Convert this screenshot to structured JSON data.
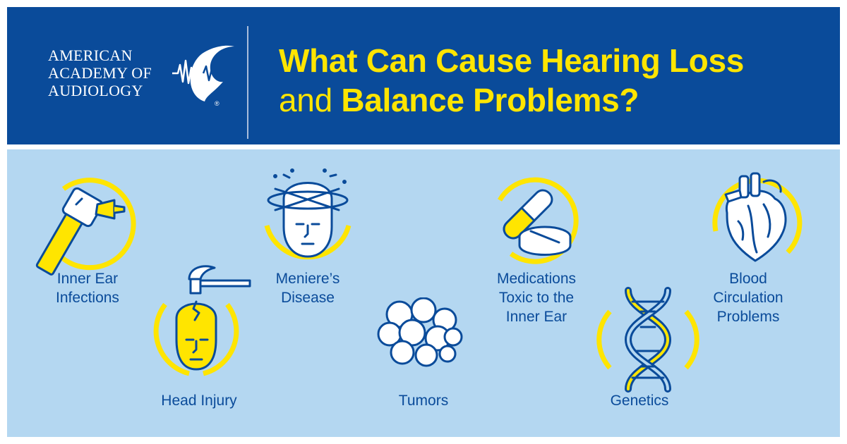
{
  "header": {
    "logo_lines": [
      "AMERICAN",
      "ACADEMY OF",
      "AUDIOLOGY"
    ],
    "logo_registered": "®",
    "title_line1_bold": "What Can Cause Hearing Loss",
    "title_line2_regular": "and ",
    "title_line2_bold": "Balance Problems?"
  },
  "causes": [
    {
      "icon": "otoscope-icon",
      "label_lines": [
        "Inner Ear",
        "Infections"
      ]
    },
    {
      "icon": "head-injury-icon",
      "label_lines": [
        "Head Injury"
      ]
    },
    {
      "icon": "dizzy-head-icon",
      "label_lines": [
        "Meniere’s",
        "Disease"
      ]
    },
    {
      "icon": "tumor-cells-icon",
      "label_lines": [
        "Tumors"
      ]
    },
    {
      "icon": "pills-icon",
      "label_lines": [
        "Medications",
        "Toxic to the",
        "Inner Ear"
      ]
    },
    {
      "icon": "dna-icon",
      "label_lines": [
        "Genetics"
      ]
    },
    {
      "icon": "heart-icon",
      "label_lines": [
        "Blood",
        "Circulation",
        "Problems"
      ]
    }
  ],
  "colors": {
    "header_blue": "#0a4b9a",
    "panel_blue": "#b4d7f1",
    "accent_yellow": "#ffe500",
    "icon_stroke": "#0a4b9a"
  }
}
